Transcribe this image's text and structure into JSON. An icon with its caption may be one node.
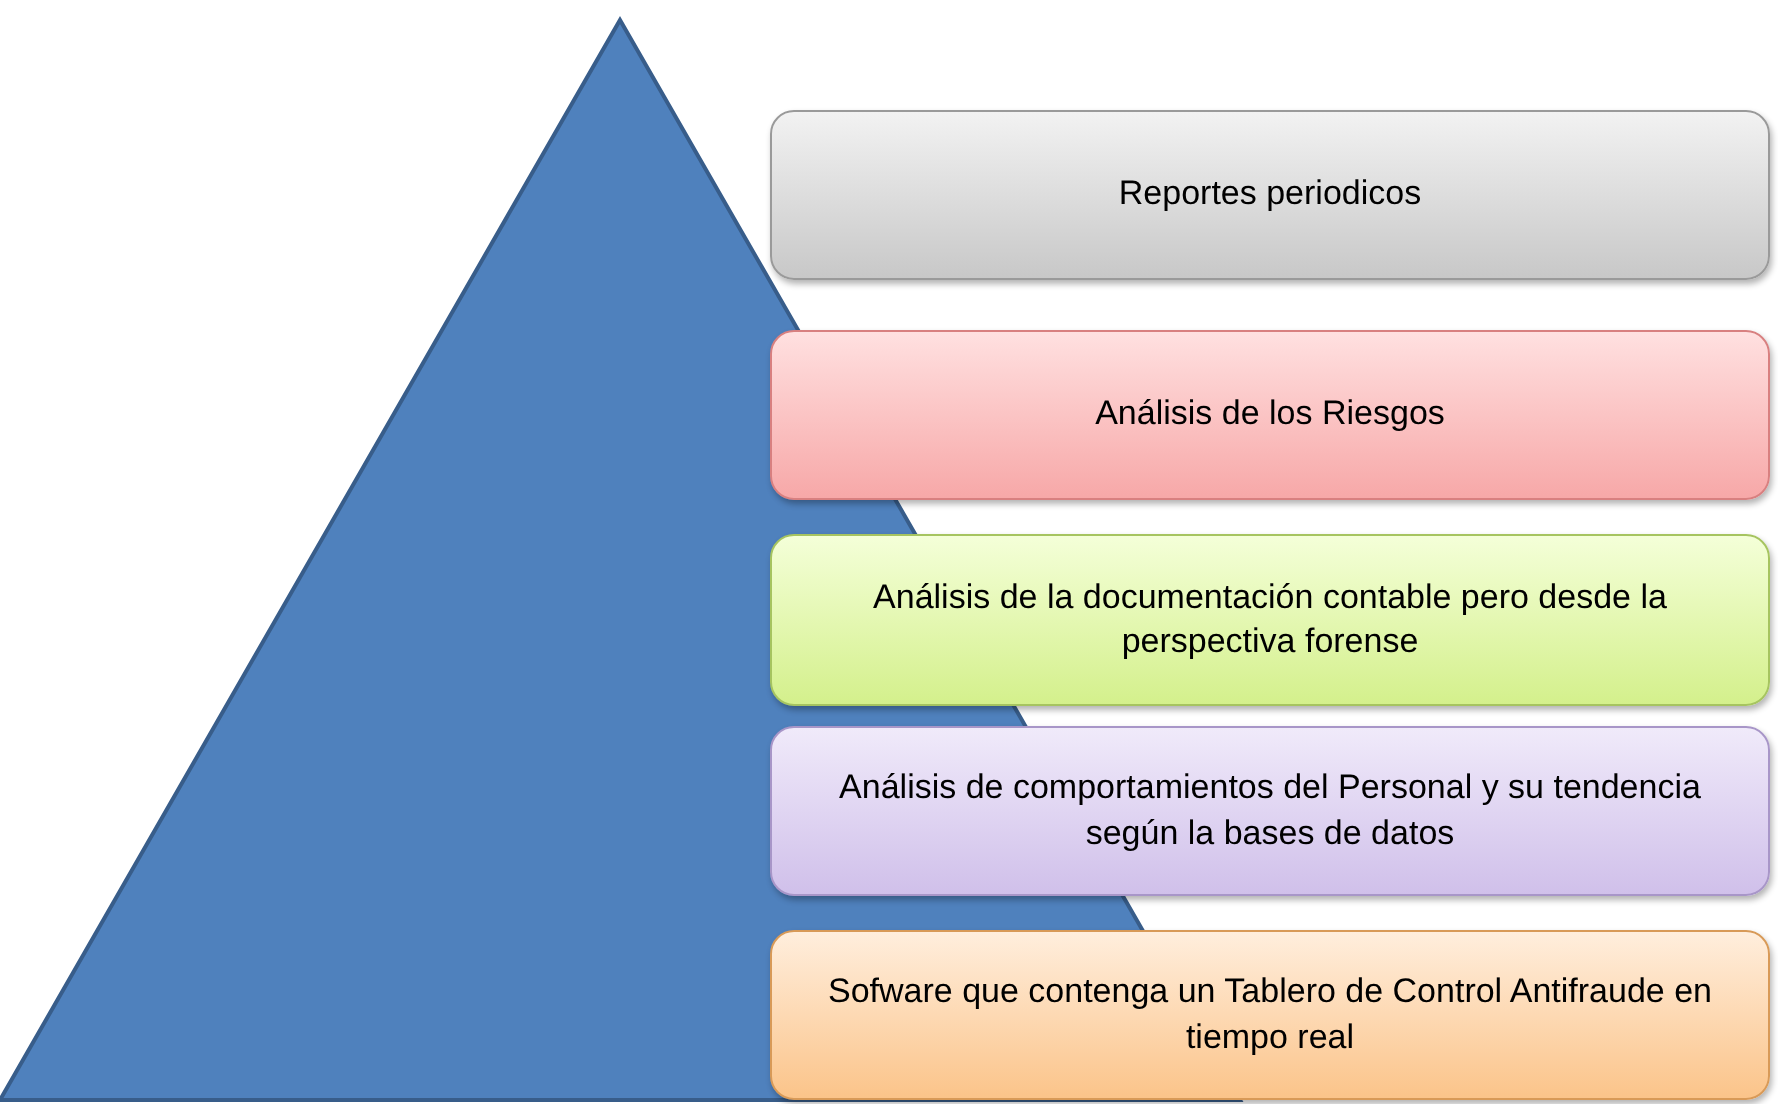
{
  "diagram": {
    "nodes": [
      {
        "text": [
          "Reportes periodicos"
        ]
      },
      {
        "text": [
          "Análisis de los Riesgos"
        ]
      },
      {
        "text": [
          "Análisis de la documentación contable pero desde la perspectiva forense"
        ]
      },
      {
        "text": [
          "Análisis de comportamientos del Personal y su tendencia según la bases de datos"
        ]
      },
      {
        "text": [
          "Sofware que contenga un Tablero de Control Antifraude en tiempo real"
        ]
      }
    ]
  }
}
